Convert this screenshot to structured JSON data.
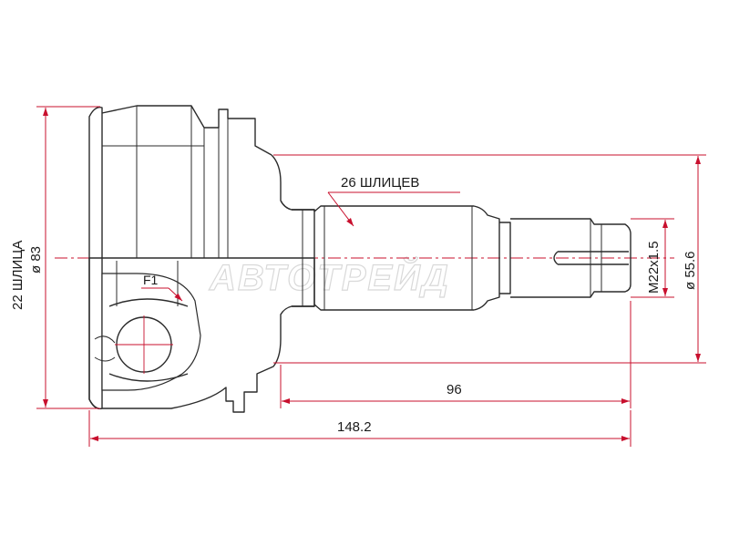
{
  "watermark": "АВТОТРЕЙД",
  "dimensions": {
    "outer_diameter": "ø 83",
    "outer_splines": "22 ШЛИЦА",
    "inner_splines": "26 ШЛИЦЕВ",
    "thread": "M22x1.5",
    "shaft_diameter": "ø 55.6",
    "shaft_length": "96",
    "overall_length": "148.2",
    "flange_label": "F1"
  },
  "colors": {
    "dimension_lines": "#c8102e",
    "part_lines": "#2b2b2b"
  }
}
